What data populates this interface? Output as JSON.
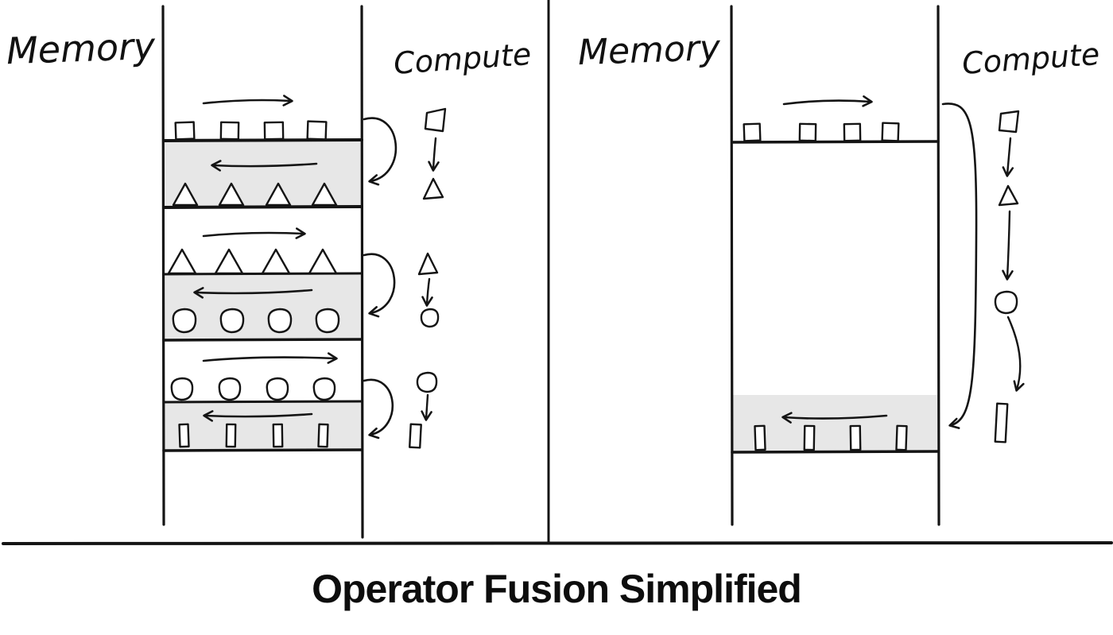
{
  "title": "Operator Fusion Simplified",
  "left_panel": {
    "memory_label": "Memory",
    "compute_label": "Compute"
  },
  "right_panel": {
    "memory_label": "Memory",
    "compute_label": "Compute"
  },
  "colors": {
    "ink": "#141414",
    "band_fill": "#e7e7e7",
    "background": "#ffffff"
  }
}
